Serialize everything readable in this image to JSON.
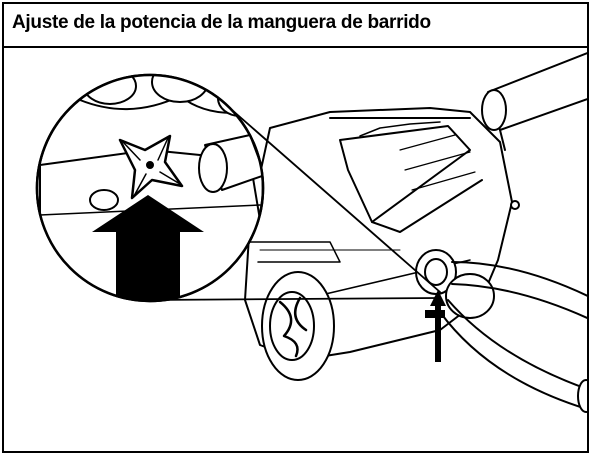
{
  "page": {
    "title": "Ajuste de la potencia de la manguera de barrido"
  },
  "illustration": {
    "subject": "sweeper-hose-power-adjustment",
    "callout": "magnified-knob-detail",
    "indicator": "up-arrow",
    "colors": {
      "ink": "#000000",
      "paper": "#ffffff",
      "shade": "#bdbdbd"
    }
  }
}
